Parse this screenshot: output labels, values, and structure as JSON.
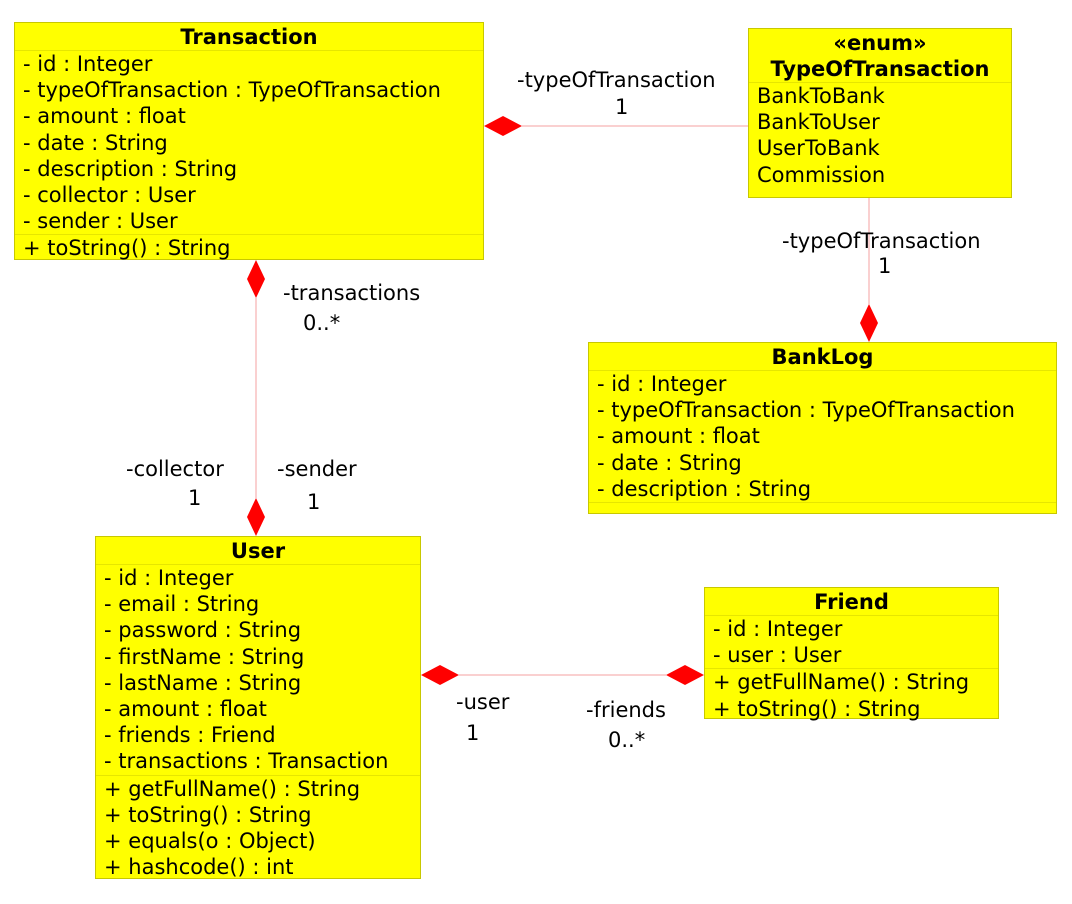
{
  "colors": {
    "class_fill": "#ffff00",
    "class_border": "#c8c800",
    "connector_line": "#f4a0a0",
    "diamond_fill": "#ff0000"
  },
  "classes": {
    "transaction": {
      "name": "Transaction",
      "attributes": [
        "- id : Integer",
        "- typeOfTransaction : TypeOfTransaction",
        "- amount : float",
        "- date : String",
        "- description : String",
        "- collector : User",
        "- sender : User"
      ],
      "operations": [
        "+ toString() : String"
      ]
    },
    "type_of_transaction": {
      "stereotype": "«enum»",
      "name": "TypeOfTransaction",
      "literals": [
        "BankToBank",
        "BankToUser",
        "UserToBank",
        "Commission"
      ]
    },
    "bank_log": {
      "name": "BankLog",
      "attributes": [
        "- id : Integer",
        "- typeOfTransaction : TypeOfTransaction",
        "- amount : float",
        "- date : String",
        "- description : String"
      ],
      "operations": []
    },
    "user": {
      "name": "User",
      "attributes": [
        "- id : Integer",
        "- email : String",
        "- password : String",
        "- firstName : String",
        "- lastName : String",
        "- amount : float",
        "- friends : Friend",
        "- transactions : Transaction"
      ],
      "operations": [
        "+ getFullName() : String",
        "+ toString() : String",
        "+ equals(o : Object)",
        "+ hashcode() : int"
      ]
    },
    "friend": {
      "name": "Friend",
      "attributes": [
        "- id : Integer",
        "- user : User"
      ],
      "operations": [
        "+ getFullName() : String",
        "+ toString() : String"
      ]
    }
  },
  "associations": {
    "transaction_type": {
      "role": "-typeOfTransaction",
      "multiplicity": "1"
    },
    "banklog_type": {
      "role": "-typeOfTransaction",
      "multiplicity": "1"
    },
    "user_transactions": {
      "role": "-transactions",
      "multiplicity": "0..*",
      "collector_role": "-collector",
      "collector_multiplicity": "1",
      "sender_role": "-sender",
      "sender_multiplicity": "1"
    },
    "user_friends": {
      "user_role": "-user",
      "user_multiplicity": "1",
      "friends_role": "-friends",
      "friends_multiplicity": "0..*"
    }
  }
}
